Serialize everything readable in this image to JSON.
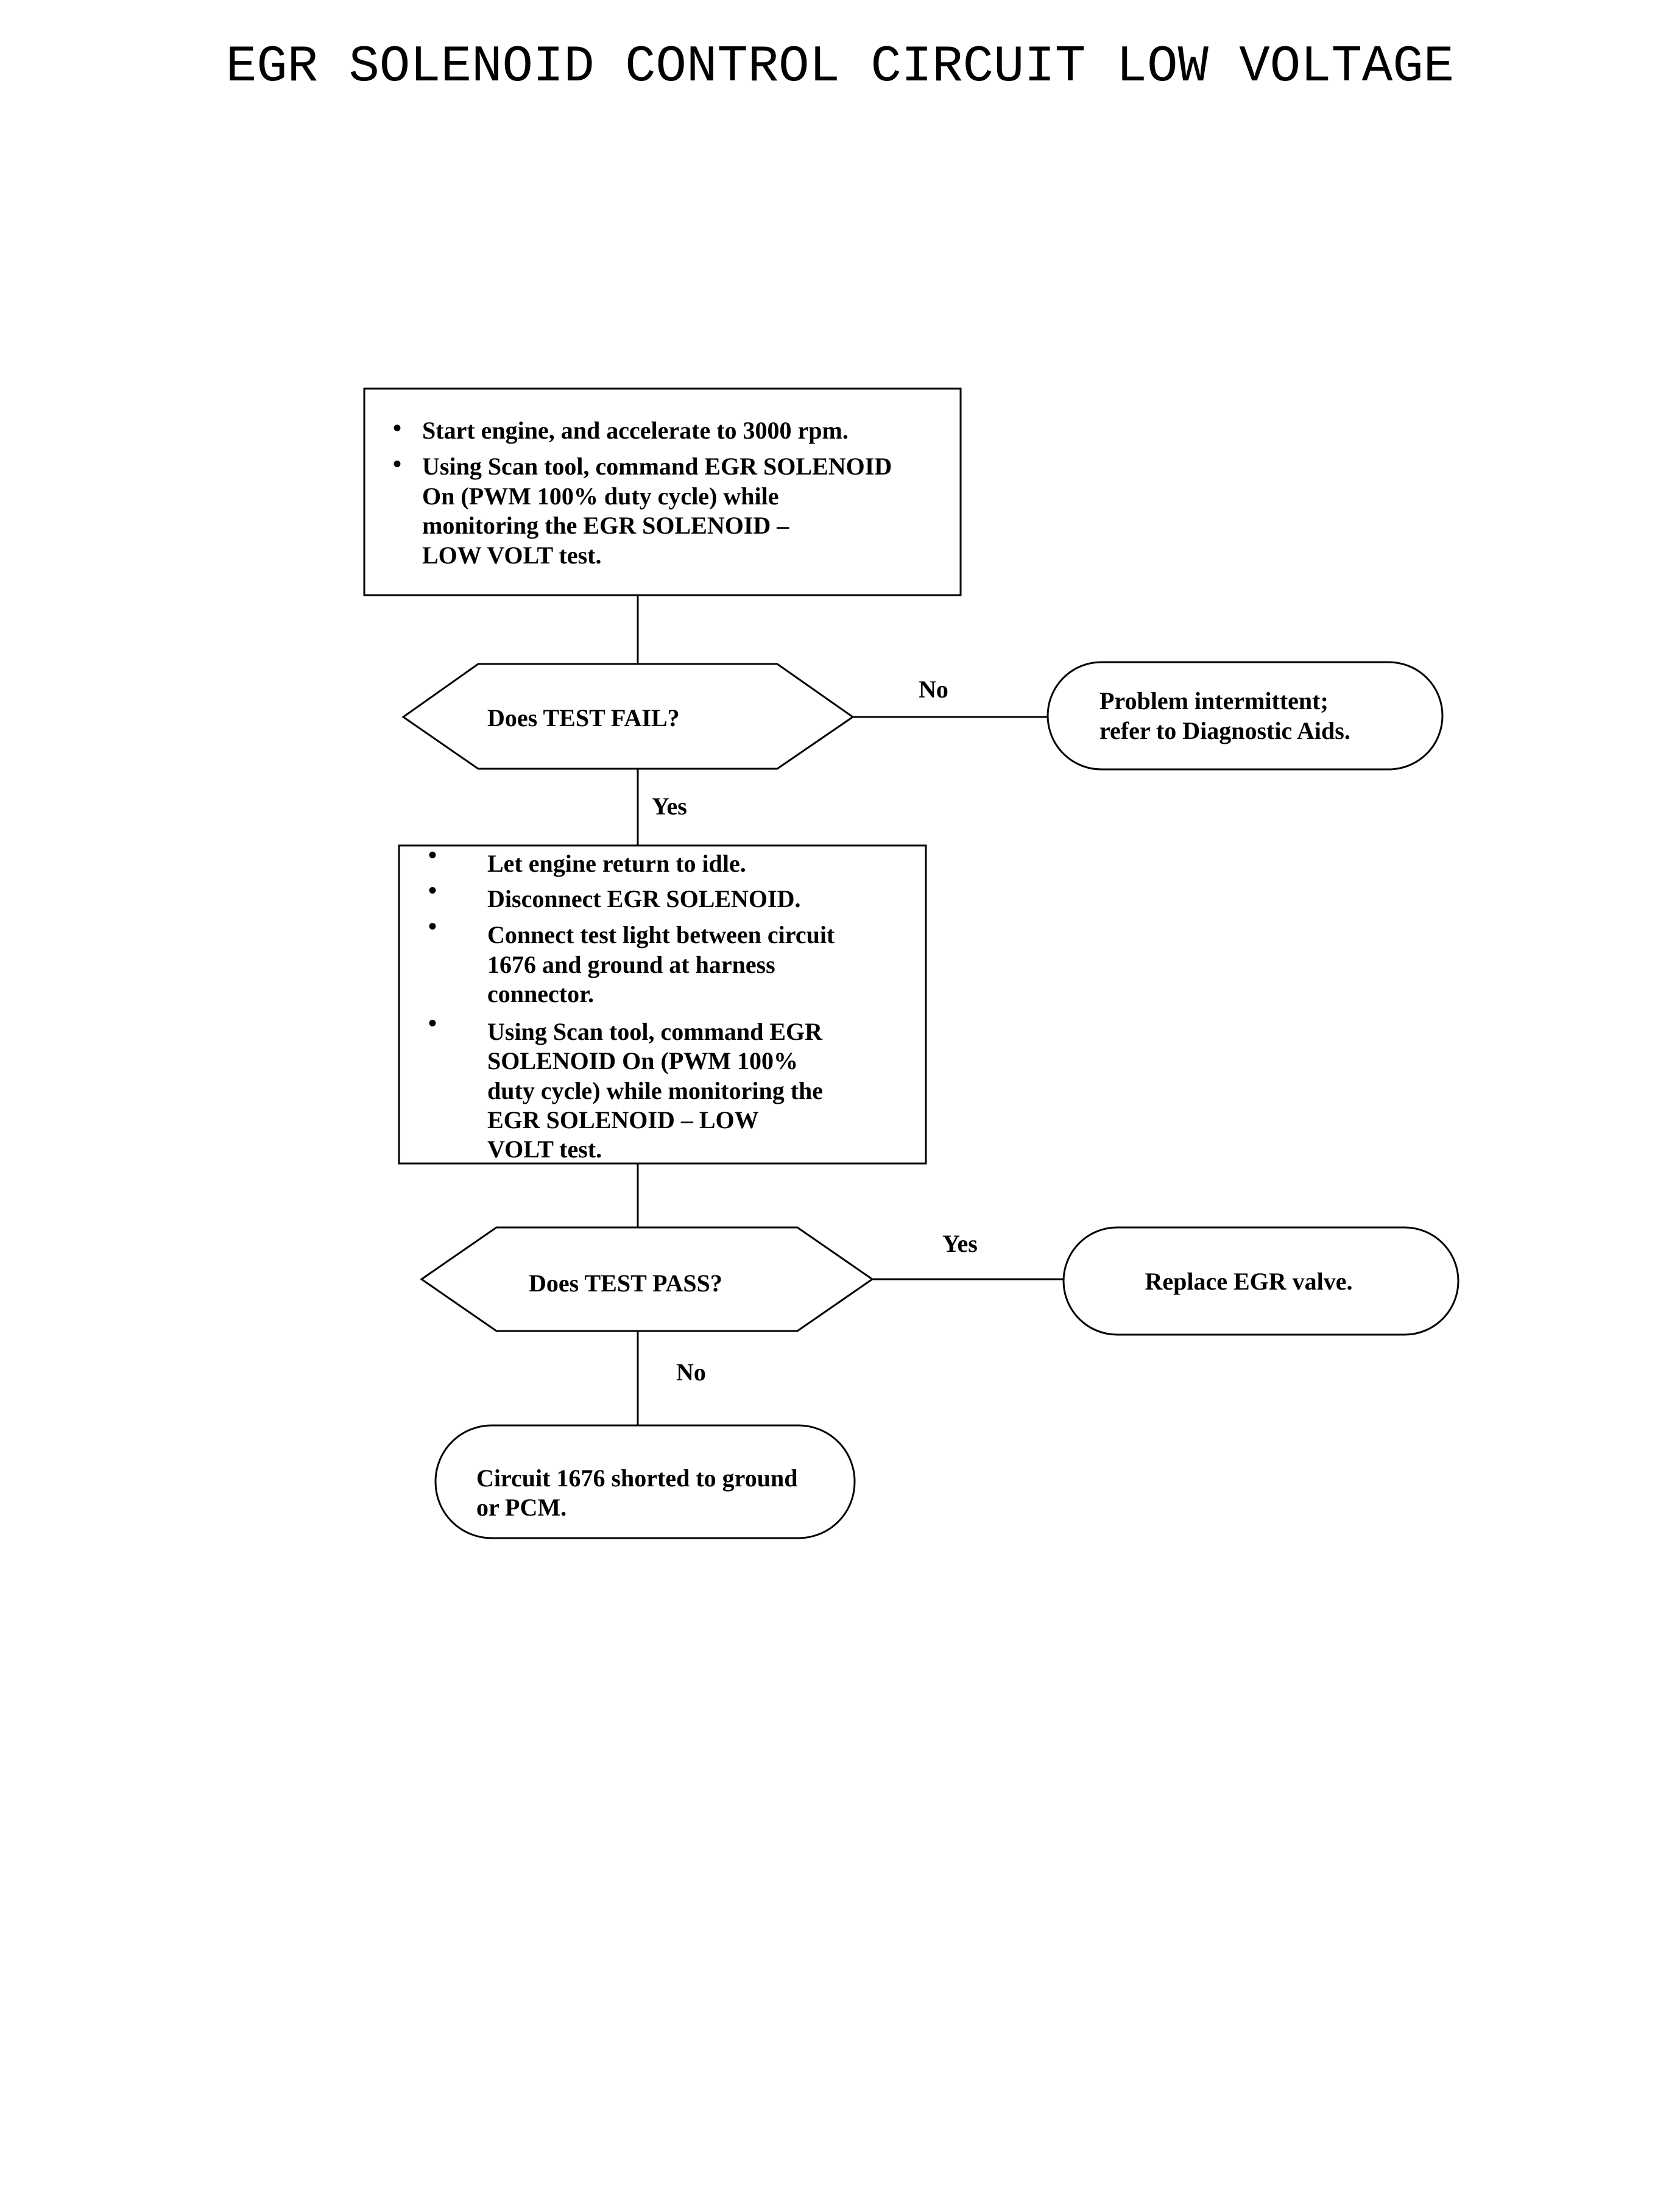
{
  "title": "EGR SOLENOID CONTROL CIRCUIT LOW VOLTAGE",
  "step1": {
    "bullet": "•",
    "lines": [
      "Start engine, and accelerate to 3000 rpm.",
      "Using Scan tool, command EGR SOLENOID",
      "On (PWM 100% duty cycle) while",
      "monitoring the EGR SOLENOID –",
      "LOW VOLT test."
    ]
  },
  "decision1": {
    "question": "Does TEST FAIL?",
    "no_label": "No",
    "yes_label": "Yes"
  },
  "result_intermittent": {
    "lines": [
      "Problem intermittent;",
      "refer to Diagnostic Aids."
    ]
  },
  "step2": {
    "bullet": "•",
    "lines": [
      "Let engine return to idle.",
      "Disconnect EGR SOLENOID.",
      "Connect test light between circuit",
      "1676 and ground at harness",
      "connector.",
      "Using Scan tool, command EGR",
      "SOLENOID On (PWM 100%",
      "duty cycle) while monitoring the",
      "EGR SOLENOID – LOW",
      "VOLT test."
    ]
  },
  "decision2": {
    "question": "Does TEST PASS?",
    "yes_label": "Yes",
    "no_label": "No"
  },
  "result_replace": {
    "text": "Replace EGR valve."
  },
  "result_short": {
    "lines": [
      "Circuit 1676 shorted to ground",
      "or PCM."
    ]
  }
}
